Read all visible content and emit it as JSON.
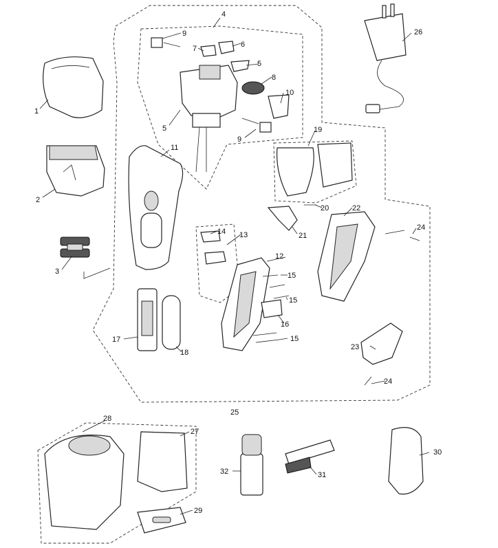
{
  "diagram": {
    "type": "exploded-parts-view",
    "callouts": {
      "c1": "1",
      "c2": "2",
      "c3": "3",
      "c4": "4",
      "c5a": "5",
      "c5b": "5",
      "c6": "6",
      "c7": "7",
      "c8": "8",
      "c9a": "9",
      "c9b": "9",
      "c10": "10",
      "c11": "11",
      "c12": "12",
      "c13": "13",
      "c14": "14",
      "c15a": "15",
      "c15b": "15",
      "c15c": "15",
      "c16": "16",
      "c17": "17",
      "c18": "18",
      "c19": "19",
      "c20": "20",
      "c21": "21",
      "c22": "22",
      "c23": "23",
      "c24a": "24",
      "c24b": "24",
      "c25": "25",
      "c26": "26",
      "c27": "27",
      "c28": "28",
      "c29": "29",
      "c30": "30",
      "c31": "31",
      "c32": "32"
    },
    "colors": {
      "line": "#222222",
      "shade": "#d9d9d9",
      "background": "#ffffff"
    }
  }
}
